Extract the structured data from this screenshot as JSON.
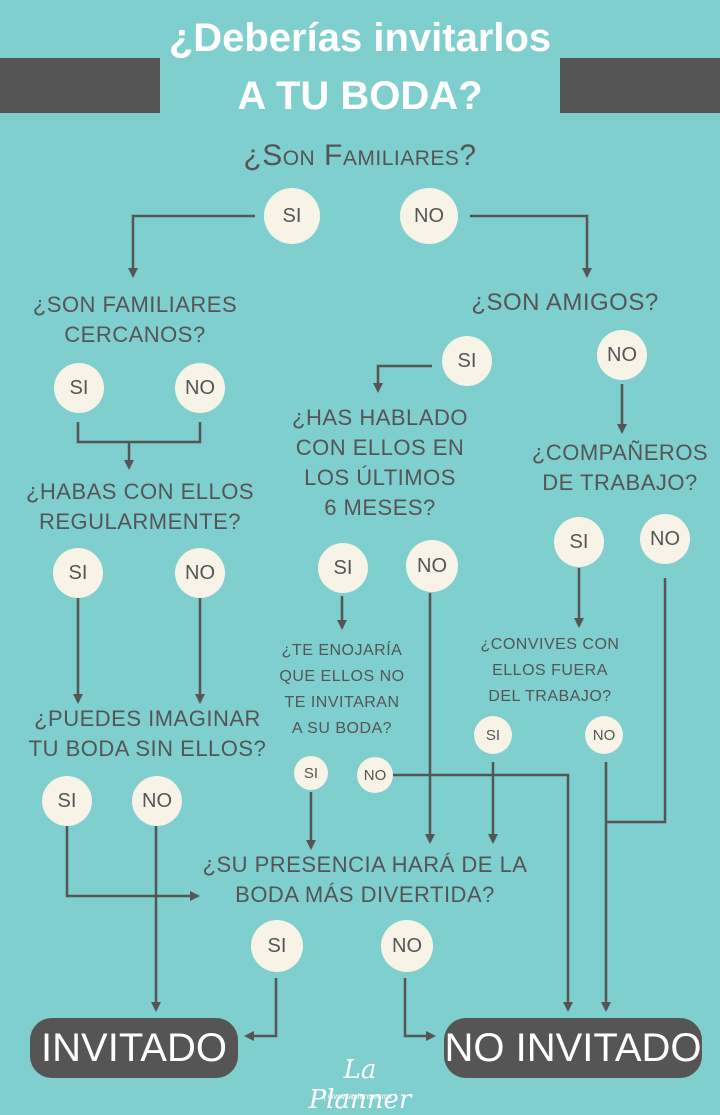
{
  "header": {
    "title_line1": "¿Deberías invitarlos",
    "title_line2": "A TU BODA?"
  },
  "questions": {
    "son_familiares": "¿Son Familiares?",
    "familiares_cercanos": "¿SON FAMILIARES\nCERCANOS?",
    "son_amigos": "¿SON AMIGOS?",
    "has_hablado": "¿HAS HABLADO\nCON ELLOS EN\nLOS ÚLTIMOS\n6 MESES?",
    "companeros": "¿COMPAÑEROS\nDE TRABAJO?",
    "habas_con_ellos": "¿HABAS CON ELLOS\nREGULARMENTE?",
    "te_enojaria": "¿TE ENOJARÍA\nQUE ELLOS NO\nTE INVITARAN\nA SU BODA?",
    "convives": "¿CONVIVES CON\nELLOS FUERA\nDEL TRABAJO?",
    "puedes_imaginar": "¿PUEDES IMAGINAR\nTU BODA SIN ELLOS?",
    "su_presencia": "¿SU PRESENCIA HARÁ DE LA\nBODA MÁS DIVERTIDA?"
  },
  "answers": {
    "yes": "SI",
    "no": "NO"
  },
  "results": {
    "invitado": "INVITADO",
    "no_invitado": "NO INVITADO"
  },
  "footer": {
    "logo": "La Planner",
    "url": "| www.laplanner.mx |"
  },
  "colors": {
    "background": "#7ecfcd",
    "dark": "#555555",
    "pill": "#f7f3e6",
    "text_light": "#ffffff"
  }
}
